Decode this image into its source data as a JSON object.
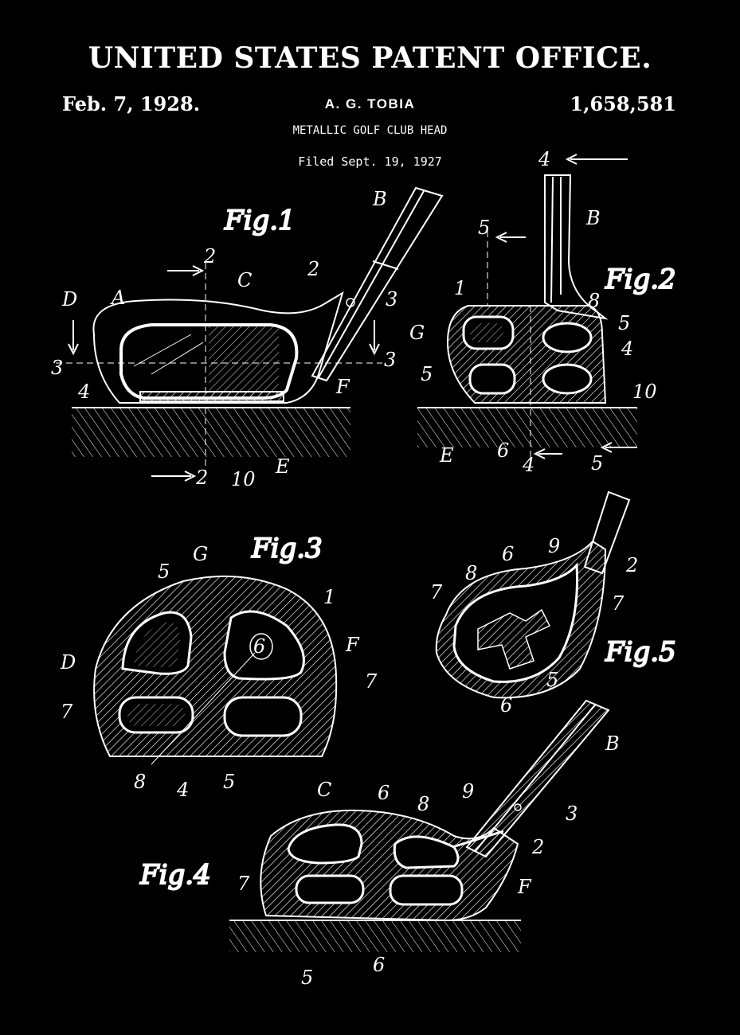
{
  "header": {
    "office": "UNITED STATES PATENT OFFICE.",
    "date": "Feb. 7, 1928.",
    "inventor": "A. G. TOBIA",
    "number": "1,658,581",
    "invention": "METALLIC GOLF CLUB HEAD",
    "filed": "Filed Sept. 19, 1927"
  },
  "figures": {
    "fig1": {
      "title": "Fig.1",
      "labels": [
        "B",
        "C",
        "2",
        "D",
        "A",
        "3",
        "4",
        "3",
        "F",
        "E",
        "2",
        "10",
        "2",
        "3"
      ]
    },
    "fig2": {
      "title": "Fig.2",
      "labels": [
        "4",
        "B",
        "5",
        "1",
        "8",
        "G",
        "5",
        "4",
        "5",
        "10",
        "E",
        "6",
        "4",
        "5"
      ]
    },
    "fig3": {
      "title": "Fig.3",
      "labels": [
        "G",
        "5",
        "1",
        "F",
        "D",
        "6",
        "7",
        "7",
        "8",
        "4",
        "5"
      ]
    },
    "fig4": {
      "title": "Fig.4",
      "labels": [
        "C",
        "6",
        "8",
        "9",
        "B",
        "3",
        "2",
        "7",
        "F",
        "5",
        "6"
      ]
    },
    "fig5": {
      "title": "Fig.5",
      "labels": [
        "6",
        "9",
        "2",
        "8",
        "7",
        "7",
        "5",
        "6"
      ]
    }
  },
  "colors": {
    "background": "#000000",
    "ink": "#ffffff"
  }
}
